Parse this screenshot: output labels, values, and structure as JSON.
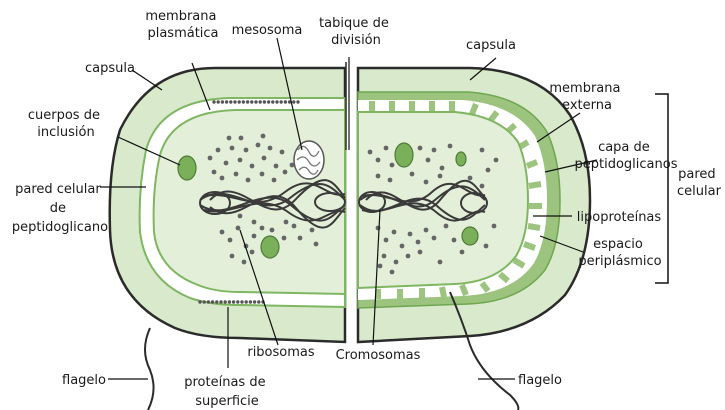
{
  "colors": {
    "capsule": "#d9e9cc",
    "outline": "#2b2b2b",
    "wall": "#9cc47f",
    "membrane": "#7fb661",
    "cytoplasm": "#e3efd8",
    "chromosome": "#3a3a3a",
    "ribosome": "#555555",
    "inclusion_fill": "#7bb05a"
  },
  "labels": {
    "capsula_left": "capsula",
    "membrana_plasmatica": [
      "membrana",
      "plasmática"
    ],
    "mesosoma": "mesosoma",
    "tabique": [
      "tabique de",
      "división"
    ],
    "capsula_right": "capsula",
    "membrana_externa": [
      "membrana",
      "externa"
    ],
    "cuerpos_inclusion": [
      "cuerpos de",
      "inclusión"
    ],
    "capa_peptidoglicanos": [
      "capa de",
      "peptidoglicanos"
    ],
    "pared_celular_right": [
      "pared",
      "celular"
    ],
    "pared_celular_left": [
      "pared celular",
      "de",
      "peptidoglicano"
    ],
    "lipoproteinas": "lipoproteínas",
    "espacio_periplasmico": [
      "espacio",
      "periplásmico"
    ],
    "ribosomas": "ribosomas",
    "cromosomas": "Cromosomas",
    "flagelo_left": "flagelo",
    "flagelo_right": "flagelo",
    "proteinas_superficie": [
      "proteínas de",
      "superficie"
    ]
  }
}
